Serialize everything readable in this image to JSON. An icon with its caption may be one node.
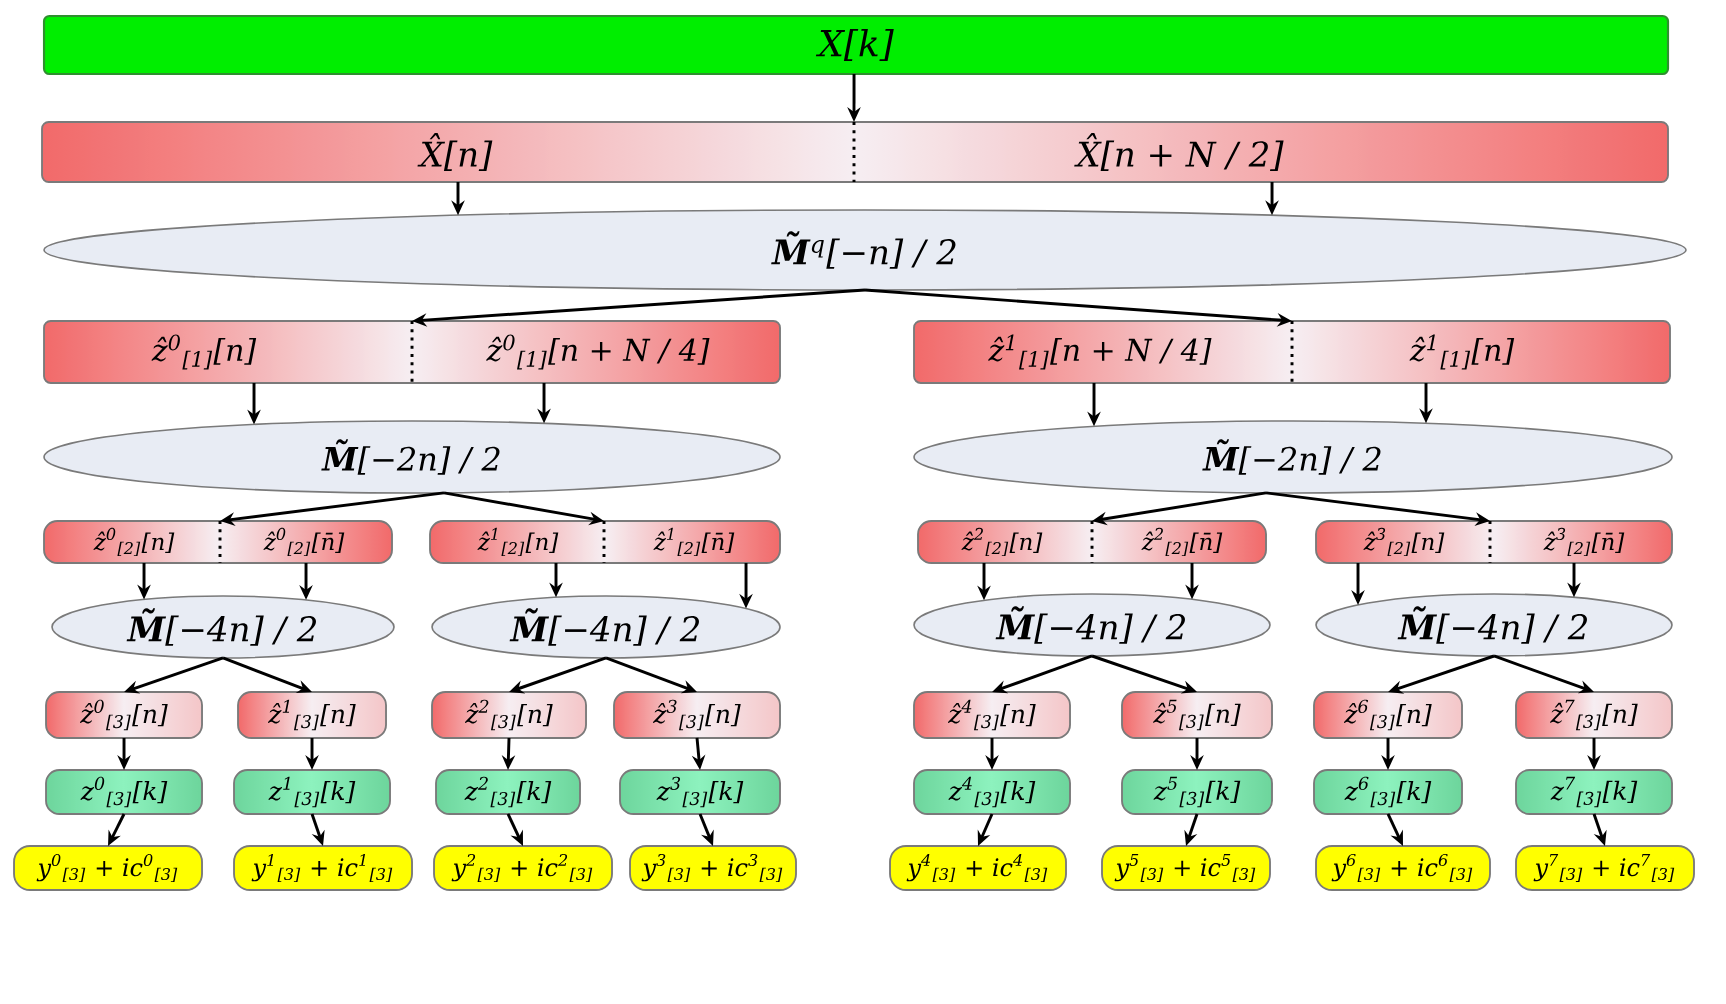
{
  "diagram": {
    "nodes": [
      {
        "text": [
          "X[k]"
        ]
      },
      {
        "text": [
          "X̂[n]",
          "X̂[n + N / 2]"
        ]
      },
      {
        "text": [
          "**M̃**$^{q}$[−n] / 2"
        ]
      },
      {
        "text": [
          "ẑ$^{0}$$_{[1]}$[n]",
          "ẑ$^{0}$$_{[1]}$[n + N / 4]"
        ]
      },
      {
        "text": [
          "ẑ$^{1}$$_{[1]}$[n + N / 4]",
          "ẑ$^{1}$$_{[1]}$[n]"
        ]
      },
      {
        "text": [
          "**M̃**[−2n] / 2"
        ]
      },
      {
        "text": [
          "**M̃**[−2n] / 2"
        ]
      },
      {
        "text": [
          "ẑ$^{0}$$_{[2]}$[n]",
          "ẑ$^{0}$$_{[2]}$[n̄]"
        ]
      },
      {
        "text": [
          "ẑ$^{1}$$_{[2]}$[n]",
          "ẑ$^{1}$$_{[2]}$[n̄]"
        ]
      },
      {
        "text": [
          "ẑ$^{2}$$_{[2]}$[n]",
          "ẑ$^{2}$$_{[2]}$[n̄]"
        ]
      },
      {
        "text": [
          "ẑ$^{3}$$_{[2]}$[n]",
          "ẑ$^{3}$$_{[2]}$[n̄]"
        ]
      },
      {
        "text": [
          "**M̃**[−4n] / 2"
        ]
      },
      {
        "text": [
          "**M̃**[−4n] / 2"
        ]
      },
      {
        "text": [
          "**M̃**[−4n] / 2"
        ]
      },
      {
        "text": [
          "**M̃**[−4n] / 2"
        ]
      },
      {
        "text": [
          "ẑ$^{0}$$_{[3]}$[n]"
        ]
      },
      {
        "text": [
          "ẑ$^{1}$$_{[3]}$[n]"
        ]
      },
      {
        "text": [
          "ẑ$^{2}$$_{[3]}$[n]"
        ]
      },
      {
        "text": [
          "ẑ$^{3}$$_{[3]}$[n]"
        ]
      },
      {
        "text": [
          "ẑ$^{4}$$_{[3]}$[n]"
        ]
      },
      {
        "text": [
          "ẑ$^{5}$$_{[3]}$[n]"
        ]
      },
      {
        "text": [
          "ẑ$^{6}$$_{[3]}$[n]"
        ]
      },
      {
        "text": [
          "ẑ$^{7}$$_{[3]}$[n]"
        ]
      },
      {
        "text": [
          "z$^{0}$$_{[3]}$[k]"
        ]
      },
      {
        "text": [
          "z$^{1}$$_{[3]}$[k]"
        ]
      },
      {
        "text": [
          "z$^{2}$$_{[3]}$[k]"
        ]
      },
      {
        "text": [
          "z$^{3}$$_{[3]}$[k]"
        ]
      },
      {
        "text": [
          "z$^{4}$$_{[3]}$[k]"
        ]
      },
      {
        "text": [
          "z$^{5}$$_{[3]}$[k]"
        ]
      },
      {
        "text": [
          "z$^{6}$$_{[3]}$[k]"
        ]
      },
      {
        "text": [
          "z$^{7}$$_{[3]}$[k]"
        ]
      },
      {
        "text": [
          "y$^{0}$$_{[3]}$ + ic$^{0}$$_{[3]}$"
        ]
      },
      {
        "text": [
          "y$^{1}$$_{[3]}$ + ic$^{1}$$_{[3]}$"
        ]
      },
      {
        "text": [
          "y$^{2}$$_{[3]}$ + ic$^{2}$$_{[3]}$"
        ]
      },
      {
        "text": [
          "y$^{3}$$_{[3]}$ + ic$^{3}$$_{[3]}$"
        ]
      },
      {
        "text": [
          "y$^{4}$$_{[3]}$ + ic$^{4}$$_{[3]}$"
        ]
      },
      {
        "text": [
          "y$^{5}$$_{[3]}$ + ic$^{5}$$_{[3]}$"
        ]
      },
      {
        "text": [
          "y$^{6}$$_{[3]}$ + ic$^{6}$$_{[3]}$"
        ]
      },
      {
        "text": [
          "y$^{7}$$_{[3]}$ + ic$^{7}$$_{[3]}$"
        ]
      }
    ],
    "edges": [
      {
        "from": 0,
        "to": 1,
        "arrow": "to"
      },
      {
        "from": 1,
        "to": 2,
        "arrow": "to"
      },
      {
        "from": 1,
        "to": 2,
        "arrow": "to"
      },
      {
        "from": 2,
        "to": 3,
        "arrow": "to"
      },
      {
        "from": 2,
        "to": 4,
        "arrow": "to"
      },
      {
        "from": 3,
        "to": 5,
        "arrow": "to"
      },
      {
        "from": 3,
        "to": 5,
        "arrow": "to"
      },
      {
        "from": 4,
        "to": 6,
        "arrow": "to"
      },
      {
        "from": 4,
        "to": 6,
        "arrow": "to"
      },
      {
        "from": 5,
        "to": 7,
        "arrow": "to"
      },
      {
        "from": 5,
        "to": 8,
        "arrow": "to"
      },
      {
        "from": 6,
        "to": 9,
        "arrow": "to"
      },
      {
        "from": 6,
        "to": 10,
        "arrow": "to"
      },
      {
        "from": 7,
        "to": 11,
        "arrow": "to"
      },
      {
        "from": 7,
        "to": 11,
        "arrow": "to"
      },
      {
        "from": 8,
        "to": 12,
        "arrow": "to"
      },
      {
        "from": 8,
        "to": 12,
        "arrow": "to"
      },
      {
        "from": 9,
        "to": 13,
        "arrow": "to"
      },
      {
        "from": 9,
        "to": 13,
        "arrow": "to"
      },
      {
        "from": 10,
        "to": 14,
        "arrow": "to"
      },
      {
        "from": 10,
        "to": 14,
        "arrow": "to"
      },
      {
        "from": 11,
        "to": 15,
        "arrow": "to"
      },
      {
        "from": 11,
        "to": 16,
        "arrow": "to"
      },
      {
        "from": 12,
        "to": 17,
        "arrow": "to"
      },
      {
        "from": 12,
        "to": 18,
        "arrow": "to"
      },
      {
        "from": 13,
        "to": 19,
        "arrow": "to"
      },
      {
        "from": 13,
        "to": 20,
        "arrow": "to"
      },
      {
        "from": 14,
        "to": 21,
        "arrow": "to"
      },
      {
        "from": 14,
        "to": 22,
        "arrow": "to"
      },
      {
        "from": 15,
        "to": 23,
        "arrow": "to"
      },
      {
        "from": 16,
        "to": 24,
        "arrow": "to"
      },
      {
        "from": 17,
        "to": 25,
        "arrow": "to"
      },
      {
        "from": 18,
        "to": 26,
        "arrow": "to"
      },
      {
        "from": 19,
        "to": 27,
        "arrow": "to"
      },
      {
        "from": 20,
        "to": 28,
        "arrow": "to"
      },
      {
        "from": 21,
        "to": 29,
        "arrow": "to"
      },
      {
        "from": 22,
        "to": 30,
        "arrow": "to"
      },
      {
        "from": 23,
        "to": 31,
        "arrow": "to"
      },
      {
        "from": 24,
        "to": 32,
        "arrow": "to"
      },
      {
        "from": 25,
        "to": 33,
        "arrow": "to"
      },
      {
        "from": 26,
        "to": 34,
        "arrow": "to"
      },
      {
        "from": 27,
        "to": 35,
        "arrow": "to"
      },
      {
        "from": 28,
        "to": 36,
        "arrow": "to"
      },
      {
        "from": 29,
        "to": 37,
        "arrow": "to"
      },
      {
        "from": 30,
        "to": 38,
        "arrow": "to"
      }
    ]
  }
}
